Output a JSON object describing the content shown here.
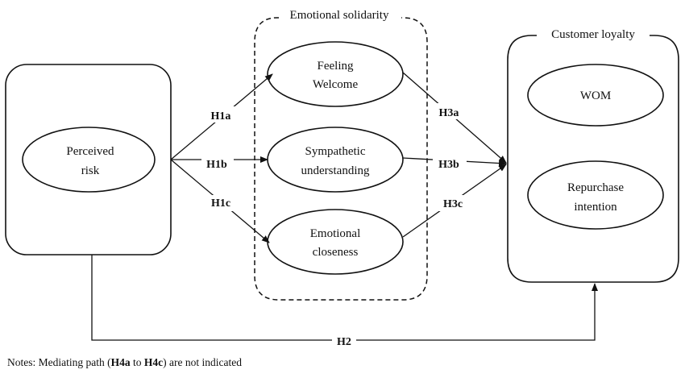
{
  "perceived_risk": {
    "line1": "Perceived",
    "line2": "risk"
  },
  "emotional_solidarity": {
    "title": "Emotional solidarity",
    "feeling_welcome": {
      "line1": "Feeling",
      "line2": "Welcome"
    },
    "sympathetic_understanding": {
      "line1": "Sympathetic",
      "line2": "understanding"
    },
    "emotional_closeness": {
      "line1": "Emotional",
      "line2": "closeness"
    }
  },
  "customer_loyalty": {
    "title": "Customer loyalty",
    "wom": "WOM",
    "repurchase_intention": {
      "line1": "Repurchase",
      "line2": "intention"
    }
  },
  "hypotheses": {
    "h1a": "H1a",
    "h1b": "H1b",
    "h1c": "H1c",
    "h2": "H2",
    "h3a": "H3a",
    "h3b": "H3b",
    "h3c": "H3c"
  },
  "notes": {
    "prefix": "Notes: Mediating path (",
    "from": "H4a",
    "to_word": " to ",
    "to": "H4c",
    "suffix": ") are not indicated"
  }
}
